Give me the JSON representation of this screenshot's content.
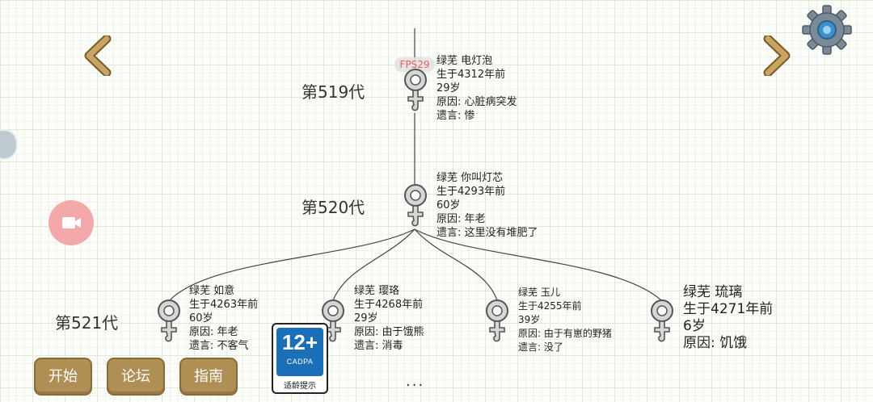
{
  "fps_label": "FPS29",
  "generations": [
    {
      "label": "第519代"
    },
    {
      "label": "第520代"
    },
    {
      "label": "第521代"
    }
  ],
  "people": [
    {
      "line1": "绿芜  电灯泡",
      "line2": "生于4312年前",
      "line3": "29岁",
      "line4": "原因:  心脏病突发",
      "line5": "遗言:  惨"
    },
    {
      "line1": "绿芜  你叫灯芯",
      "line2": "生于4293年前",
      "line3": "60岁",
      "line4": "原因:  年老",
      "line5": "遗言:  这里没有堆肥了"
    },
    {
      "line1": "绿芜  如意",
      "line2": "生于4263年前",
      "line3": "60岁",
      "line4": "原因:  年老",
      "line5": "遗言:  不客气"
    },
    {
      "line1": "绿芜  璎珞",
      "line2": "生于4268年前",
      "line3": "29岁",
      "line4": "原因:  由于饿熊",
      "line5": "遗言:  消毒"
    },
    {
      "line1": "绿芜  玉儿",
      "line2": "生于4255年前",
      "line3": "39岁",
      "line4": "原因:  由于有崽的野猪",
      "line5": "遗言:  没了"
    },
    {
      "line1": "绿芜  琉璃",
      "line2": "生于4271年前",
      "line3": "6岁",
      "line4": "原因:  饥饿",
      "line5": ""
    }
  ],
  "buttons": {
    "start": "开始",
    "forum": "论坛",
    "guide": "指南"
  },
  "age_rating": {
    "age": "12+",
    "org": "CADPA",
    "caption": "适龄提示"
  },
  "more_label": "...",
  "colors": {
    "button_bg": "#b08f55",
    "fps_text": "#e85050",
    "rating_blue": "#1b6fb6",
    "arrow": "#c9a463"
  }
}
